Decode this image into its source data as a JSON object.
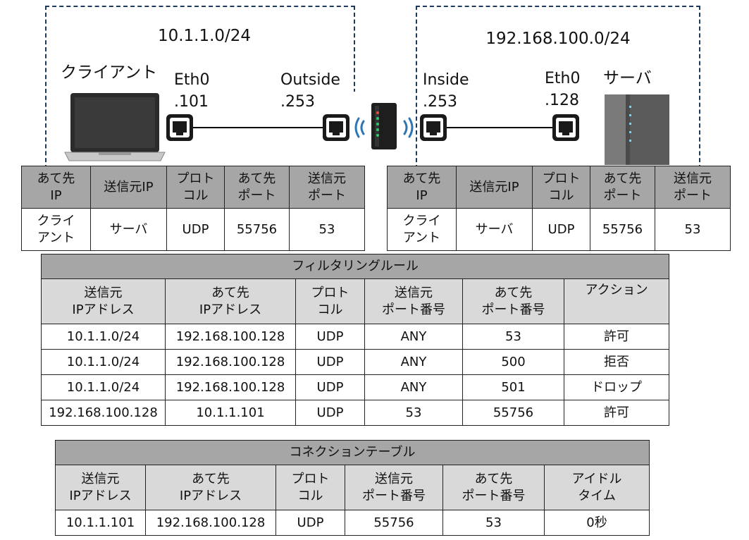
{
  "network": {
    "left_subnet": "10.1.1.0/24",
    "right_subnet": "192.168.100.0/24",
    "client_label": "クライアント",
    "server_label": "サーバ",
    "client_port": "Eth0\n.101",
    "router_outside": "Outside\n.253",
    "router_inside": "Inside\n.253",
    "server_port": "Eth0\n.128",
    "icons": [
      "laptop-icon",
      "ethernet-port-icon",
      "router-icon",
      "wireless-signal-icon",
      "server-icon"
    ]
  },
  "packet_left": {
    "headers": [
      "あて先\nIP",
      "送信元IP",
      "プロト\nコル",
      "あて先\nポート",
      "送信元\nポート"
    ],
    "row": [
      "クライ\nアント",
      "サーバ",
      "UDP",
      "55756",
      "53"
    ]
  },
  "packet_right": {
    "headers": [
      "あて先\nIP",
      "送信元IP",
      "プロト\nコル",
      "あて先\nポート",
      "送信元\nポート"
    ],
    "row": [
      "クライ\nアント",
      "サーバ",
      "UDP",
      "55756",
      "53"
    ]
  },
  "filter_rules": {
    "title": "フィルタリングルール",
    "headers": [
      "送信元\nIPアドレス",
      "あて先\nIPアドレス",
      "プロト\nコル",
      "送信元\nポート番号",
      "あて先\nポート番号",
      "アクション"
    ],
    "rows": [
      [
        "10.1.1.0/24",
        "192.168.100.128",
        "UDP",
        "ANY",
        "53",
        "許可"
      ],
      [
        "10.1.1.0/24",
        "192.168.100.128",
        "UDP",
        "ANY",
        "500",
        "拒否"
      ],
      [
        "10.1.1.0/24",
        "192.168.100.128",
        "UDP",
        "ANY",
        "501",
        "ドロップ"
      ],
      [
        "192.168.100.128",
        "10.1.1.101",
        "UDP",
        "53",
        "55756",
        "許可"
      ]
    ]
  },
  "connection_table": {
    "title": "コネクションテーブル",
    "headers": [
      "送信元\nIPアドレス",
      "あて先\nIPアドレス",
      "プロト\nコル",
      "送信元\nポート番号",
      "あて先\nポート番号",
      "アイドル\nタイム"
    ],
    "rows": [
      [
        "10.1.1.101",
        "192.168.100.128",
        "UDP",
        "55756",
        "53",
        "0秒"
      ]
    ]
  },
  "colors": {
    "zone_border": "#1f3b5c",
    "header_dark": "#a6a6a6",
    "header_light": "#d9d9d9",
    "wireless": "#2e75b6"
  }
}
